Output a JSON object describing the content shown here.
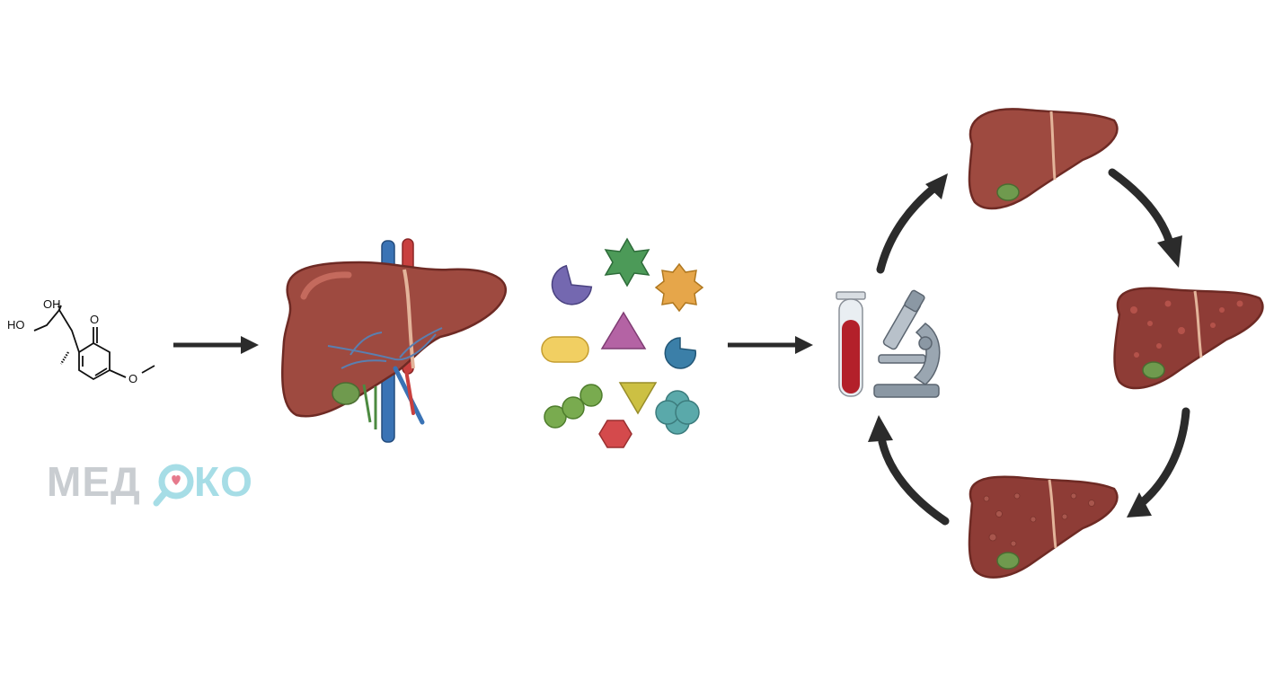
{
  "molecule": {
    "labels": {
      "oh": "OH",
      "ho": "HO",
      "o": "O",
      "ome": "O"
    }
  },
  "logo": {
    "part1": "МЕД",
    "part2": "КО"
  },
  "colors": {
    "liver": "#9e4a40",
    "liver_dark": "#6e2a24",
    "liver_highlight": "#c46a5d",
    "gallbladder": "#6f9a4e",
    "vein_blue": "#3a73b5",
    "artery_red": "#c8403f",
    "arrow": "#2b2b2b",
    "logo_grey": "#c9cdd1",
    "logo_cyan": "#a6dde6",
    "logo_heart": "#e67a8c",
    "blood": "#b3202a"
  },
  "shapes": [
    {
      "name": "purple-pacman-shape",
      "color": "#7468b0"
    },
    {
      "name": "green-star-shape",
      "color": "#4c9a58"
    },
    {
      "name": "orange-octagram-shape",
      "color": "#e6a64a"
    },
    {
      "name": "yellow-capsule-shape",
      "color": "#f1cf62"
    },
    {
      "name": "magenta-triangle-shape",
      "color": "#b463a4"
    },
    {
      "name": "blue-pacman-shape",
      "color": "#3b7fa8"
    },
    {
      "name": "green-chain-shape",
      "color": "#79ab4f"
    },
    {
      "name": "yellow-triangle-shape",
      "color": "#ccc043"
    },
    {
      "name": "teal-quatrefoil-shape",
      "color": "#5aa9aa"
    },
    {
      "name": "red-hexagon-shape",
      "color": "#d44a4c"
    }
  ]
}
